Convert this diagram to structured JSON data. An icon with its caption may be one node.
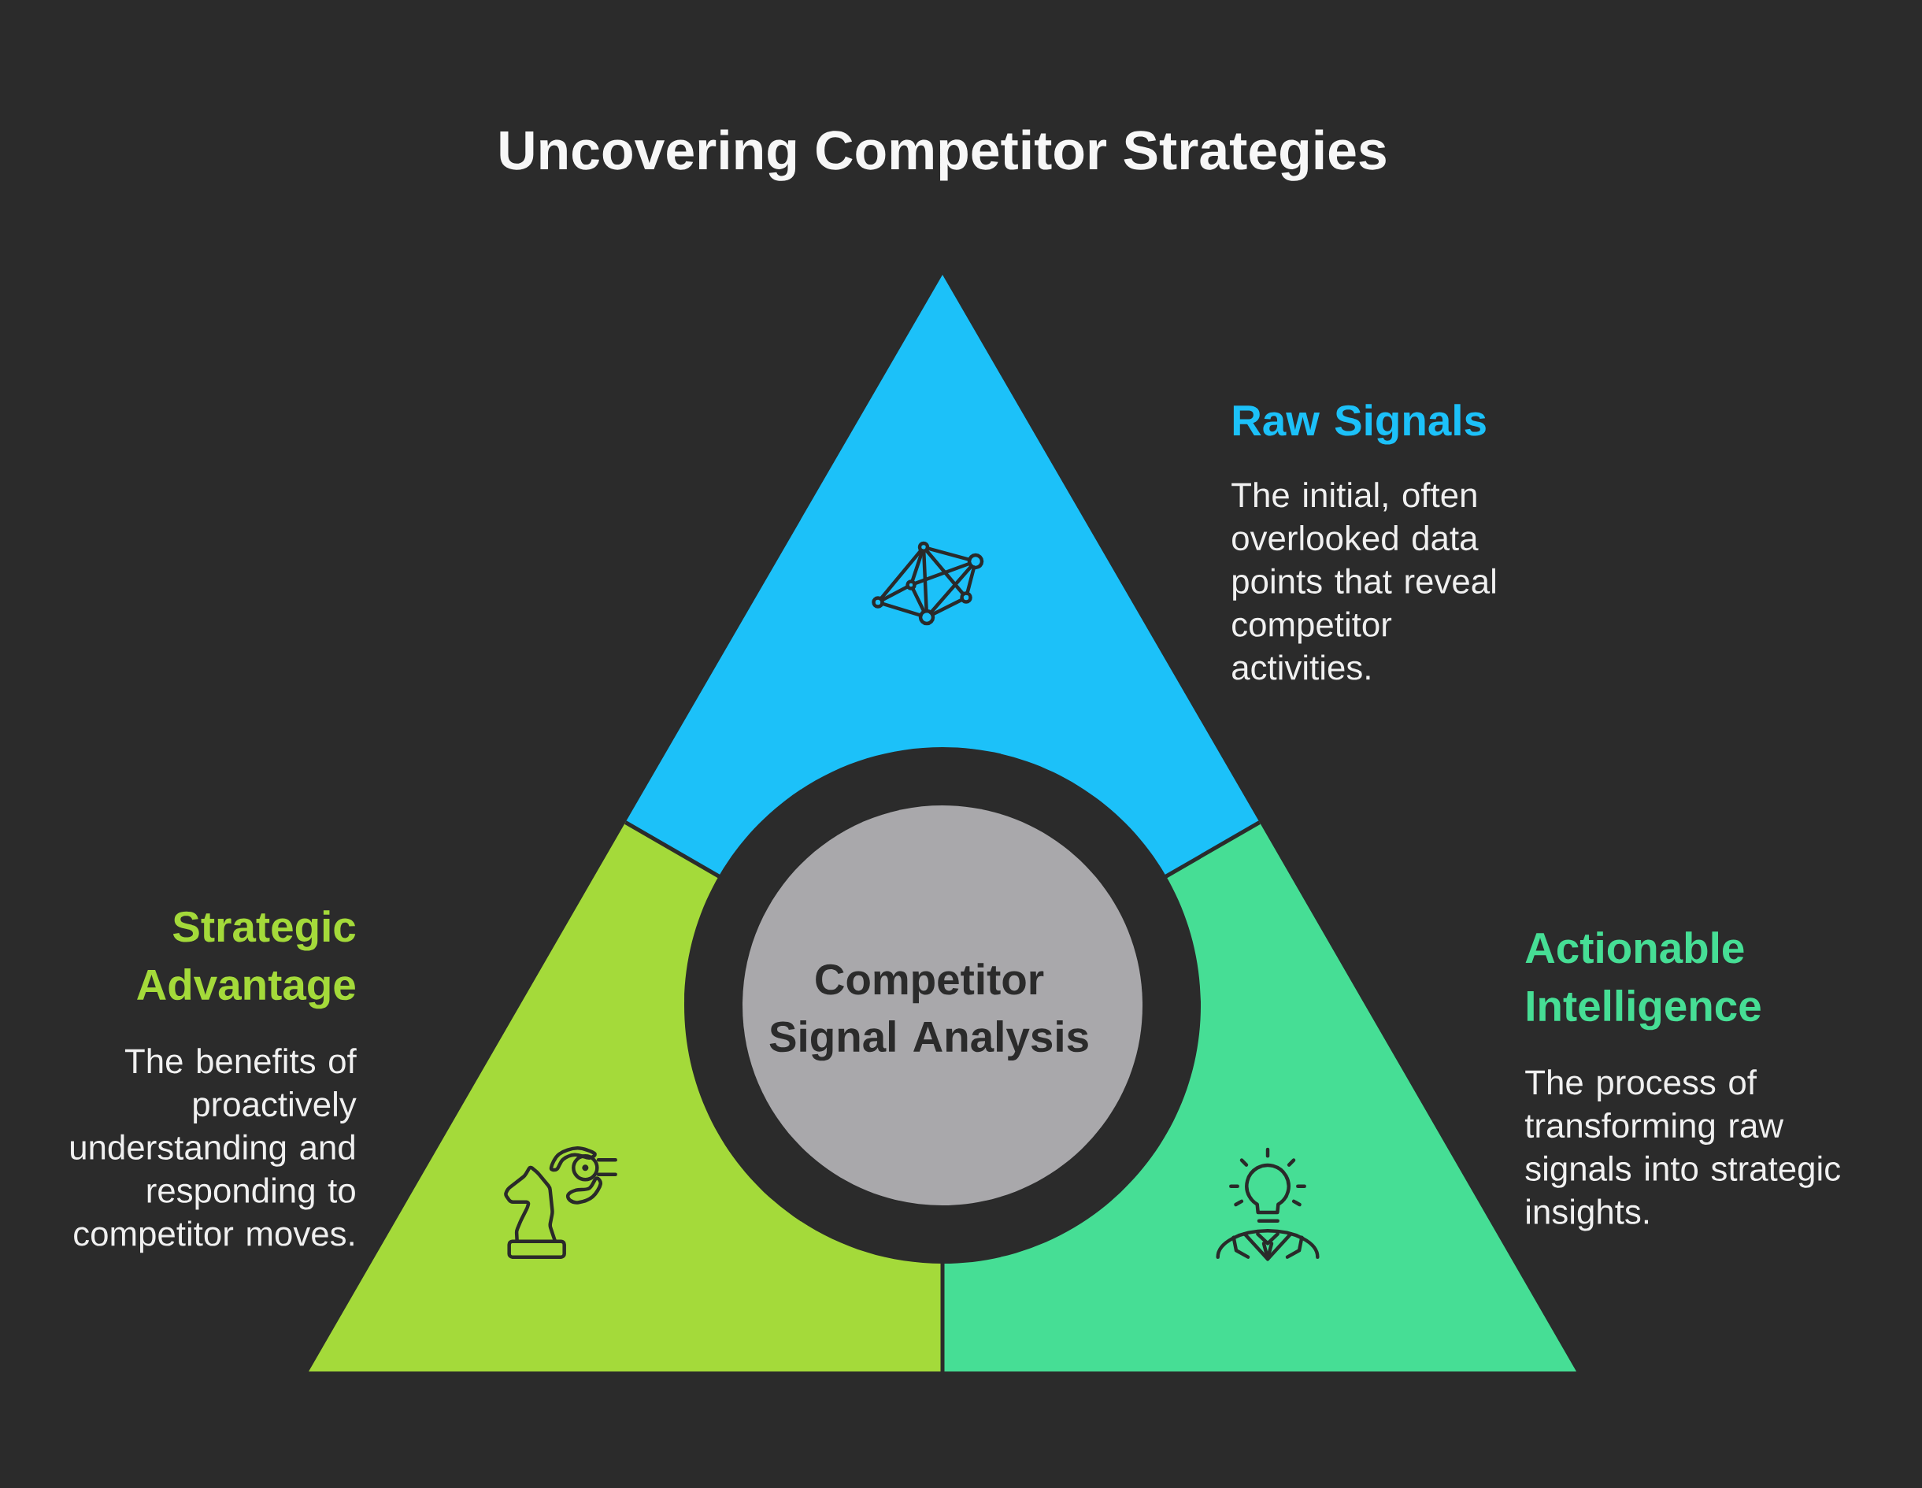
{
  "diagram": {
    "title": "Uncovering Competitor Strategies",
    "nodes": [
      {
        "text": [
          "Raw Signals",
          "The initial, often overlooked data points that reveal competitor activities."
        ]
      },
      {
        "text": [
          "Strategic Advantage",
          "The benefits of proactively understanding and responding to competitor moves."
        ]
      },
      {
        "text": [
          "Actionable Intelligence",
          "The process of transforming raw signals into strategic insights."
        ]
      },
      {
        "text": [
          "Competitor Signal Analysis"
        ]
      }
    ]
  }
}
